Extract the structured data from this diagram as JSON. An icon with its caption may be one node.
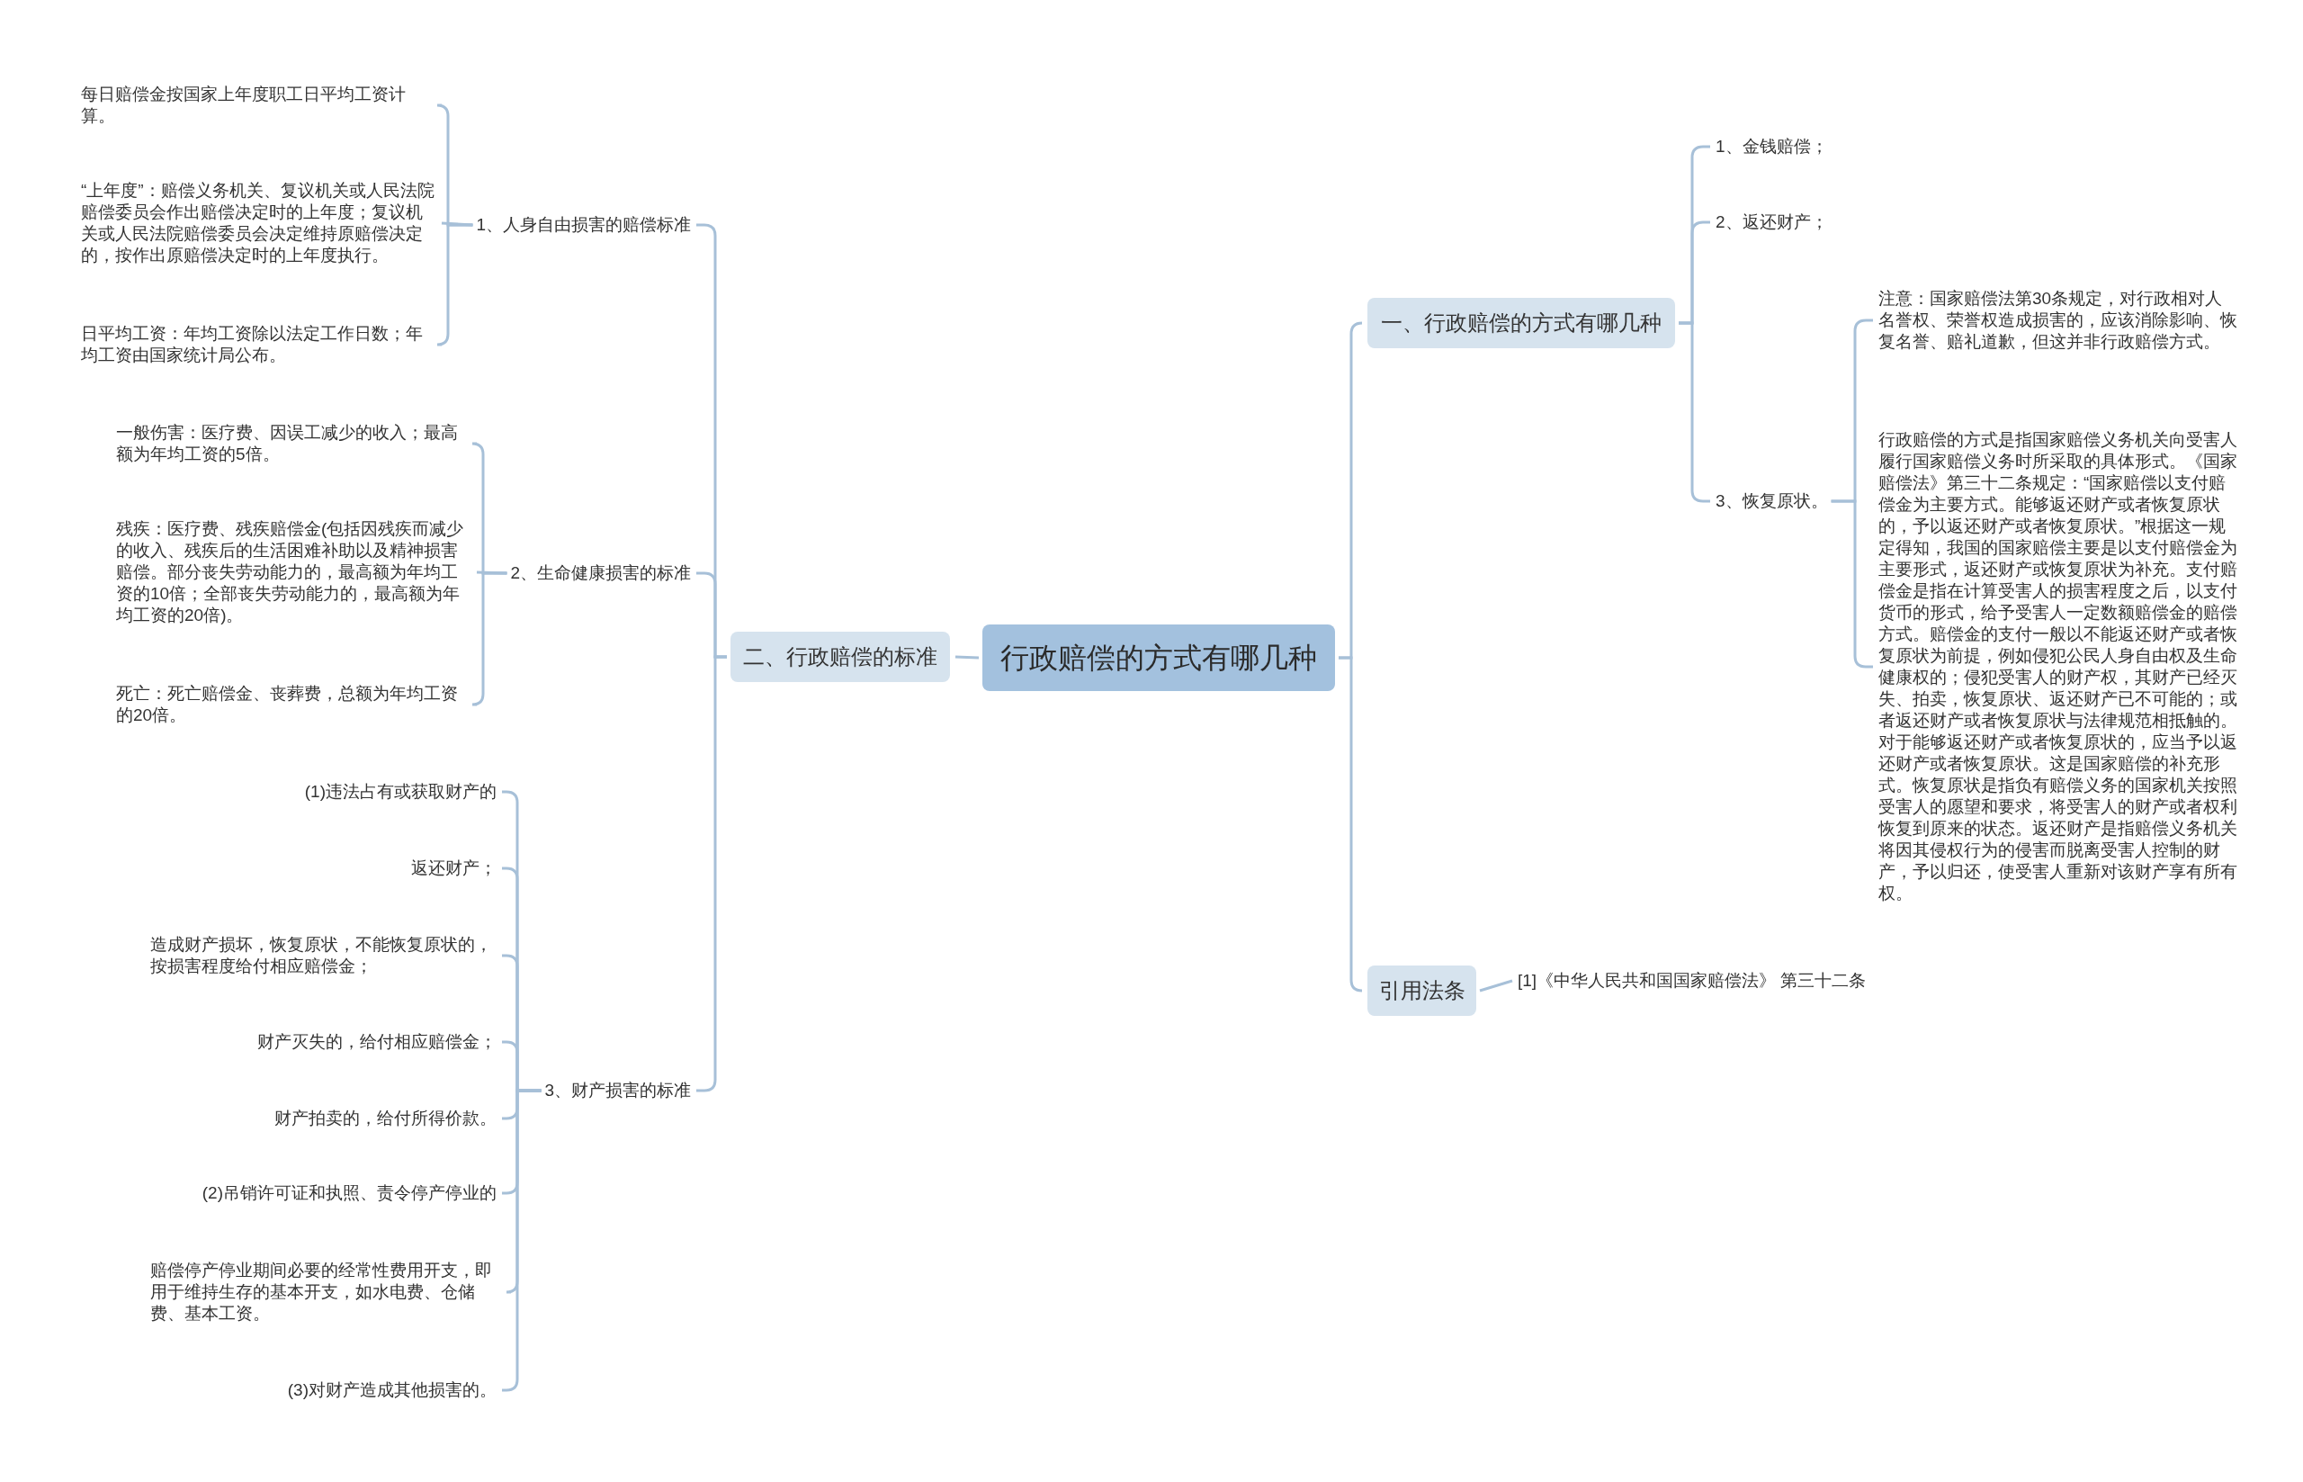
{
  "diagram": {
    "nodes": [
      {
        "text": [
          "行政赔偿的方式有哪几种"
        ]
      },
      {
        "text": [
          "一、行政赔偿的方式有哪几种"
        ]
      },
      {
        "text": [
          "1、金钱赔偿；"
        ]
      },
      {
        "text": [
          "2、返还财产；"
        ]
      },
      {
        "text": [
          "3、恢复原状。"
        ]
      },
      {
        "text": [
          "注意：国家赔偿法第30条规定，对行政相对人名誉权、荣誉权造成损害的，应该消除影响、恢复名誉、赔礼道歉，但这并非行政赔偿方式。"
        ]
      },
      {
        "text": [
          "行政赔偿的方式是指国家赔偿义务机关向受害人履行国家赔偿义务时所采取的具体形式。《国家赔偿法》第三十二条规定：“国家赔偿以支付赔偿金为主要方式。能够返还财产或者恢复原状的，予以返还财产或者恢复原状。”根据这一规定得知，我国的国家赔偿主要是以支付赔偿金为主要形式，返还财产或恢复原状为补充。支付赔偿金是指在计算受害人的损害程度之后，以支付货币的形式，给予受害人一定数额赔偿金的赔偿方式。赔偿金的支付一般以不能返还财产或者恢复原状为前提，例如侵犯公民人身自由权及生命健康权的；侵犯受害人的财产权，其财产已经灭失、拍卖，恢复原状、返还财产已不可能的；或者返还财产或者恢复原状与法律规范相抵触的。对于能够返还财产或者恢复原状的，应当予以返还财产或者恢复原状。这是国家赔偿的补充形式。恢复原状是指负有赔偿义务的国家机关按照受害人的愿望和要求，将受害人的财产或者权利恢复到原来的状态。返还财产是指赔偿义务机关将因其侵权行为的侵害而脱离受害人控制的财产，予以归还，使受害人重新对该财产享有所有权。"
        ]
      },
      {
        "text": [
          "引用法条"
        ]
      },
      {
        "text": [
          "[1]《中华人民共和国国家赔偿法》 第三十二条"
        ]
      },
      {
        "text": [
          "二、行政赔偿的标准"
        ]
      },
      {
        "text": [
          "1、人身自由损害的赔偿标准"
        ]
      },
      {
        "text": [
          "每日赔偿金按国家上年度职工日平均工资计算。"
        ]
      },
      {
        "text": [
          "“上年度”：赔偿义务机关、复议机关或人民法院赔偿委员会作出赔偿决定时的上年度；复议机关或人民法院赔偿委员会决定维持原赔偿决定的，按作出原赔偿决定时的上年度执行。"
        ]
      },
      {
        "text": [
          "日平均工资：年均工资除以法定工作日数；年均工资由国家统计局公布。"
        ]
      },
      {
        "text": [
          "2、生命健康损害的标准"
        ]
      },
      {
        "text": [
          "一般伤害：医疗费、因误工减少的收入；最高额为年均工资的5倍。"
        ]
      },
      {
        "text": [
          "残疾：医疗费、残疾赔偿金(包括因残疾而减少的收入、残疾后的生活困难补助以及精神损害赔偿。部分丧失劳动能力的，最高额为年均工资的10倍；全部丧失劳动能力的，最高额为年均工资的20倍)。"
        ]
      },
      {
        "text": [
          "死亡：死亡赔偿金、丧葬费，总额为年均工资的20倍。"
        ]
      },
      {
        "text": [
          "3、财产损害的标准"
        ]
      },
      {
        "text": [
          "(1)违法占有或获取财产的"
        ]
      },
      {
        "text": [
          "返还财产；"
        ]
      },
      {
        "text": [
          "造成财产损坏，恢复原状，不能恢复原状的，按损害程度给付相应赔偿金；"
        ]
      },
      {
        "text": [
          "财产灭失的，给付相应赔偿金；"
        ]
      },
      {
        "text": [
          "财产拍卖的，给付所得价款。"
        ]
      },
      {
        "text": [
          "(2)吊销许可证和执照、责令停产停业的"
        ]
      },
      {
        "text": [
          "赔偿停产停业期间必要的经常性费用开支，即用于维持生存的基本开支，如水电费、仓储费、基本工资。"
        ]
      },
      {
        "text": [
          "(3)对财产造成其他损害的。"
        ]
      }
    ],
    "edges": [
      {
        "from": 0,
        "to": 1,
        "arrow": "none"
      },
      {
        "from": 1,
        "to": 2,
        "arrow": "none"
      },
      {
        "from": 1,
        "to": 3,
        "arrow": "none"
      },
      {
        "from": 1,
        "to": 4,
        "arrow": "none"
      },
      {
        "from": 4,
        "to": 5,
        "arrow": "none"
      },
      {
        "from": 4,
        "to": 6,
        "arrow": "none"
      },
      {
        "from": 0,
        "to": 7,
        "arrow": "none"
      },
      {
        "from": 7,
        "to": 8,
        "arrow": "none"
      },
      {
        "from": 0,
        "to": 9,
        "arrow": "none"
      },
      {
        "from": 9,
        "to": 10,
        "arrow": "none"
      },
      {
        "from": 10,
        "to": 11,
        "arrow": "none"
      },
      {
        "from": 10,
        "to": 12,
        "arrow": "none"
      },
      {
        "from": 10,
        "to": 13,
        "arrow": "none"
      },
      {
        "from": 9,
        "to": 14,
        "arrow": "none"
      },
      {
        "from": 14,
        "to": 15,
        "arrow": "none"
      },
      {
        "from": 14,
        "to": 16,
        "arrow": "none"
      },
      {
        "from": 14,
        "to": 17,
        "arrow": "none"
      },
      {
        "from": 9,
        "to": 18,
        "arrow": "none"
      },
      {
        "from": 18,
        "to": 19,
        "arrow": "none"
      },
      {
        "from": 18,
        "to": 20,
        "arrow": "none"
      },
      {
        "from": 18,
        "to": 21,
        "arrow": "none"
      },
      {
        "from": 18,
        "to": 22,
        "arrow": "none"
      },
      {
        "from": 18,
        "to": 23,
        "arrow": "none"
      },
      {
        "from": 18,
        "to": 24,
        "arrow": "none"
      },
      {
        "from": 18,
        "to": 25,
        "arrow": "none"
      },
      {
        "from": 18,
        "to": 26,
        "arrow": "none"
      }
    ]
  }
}
